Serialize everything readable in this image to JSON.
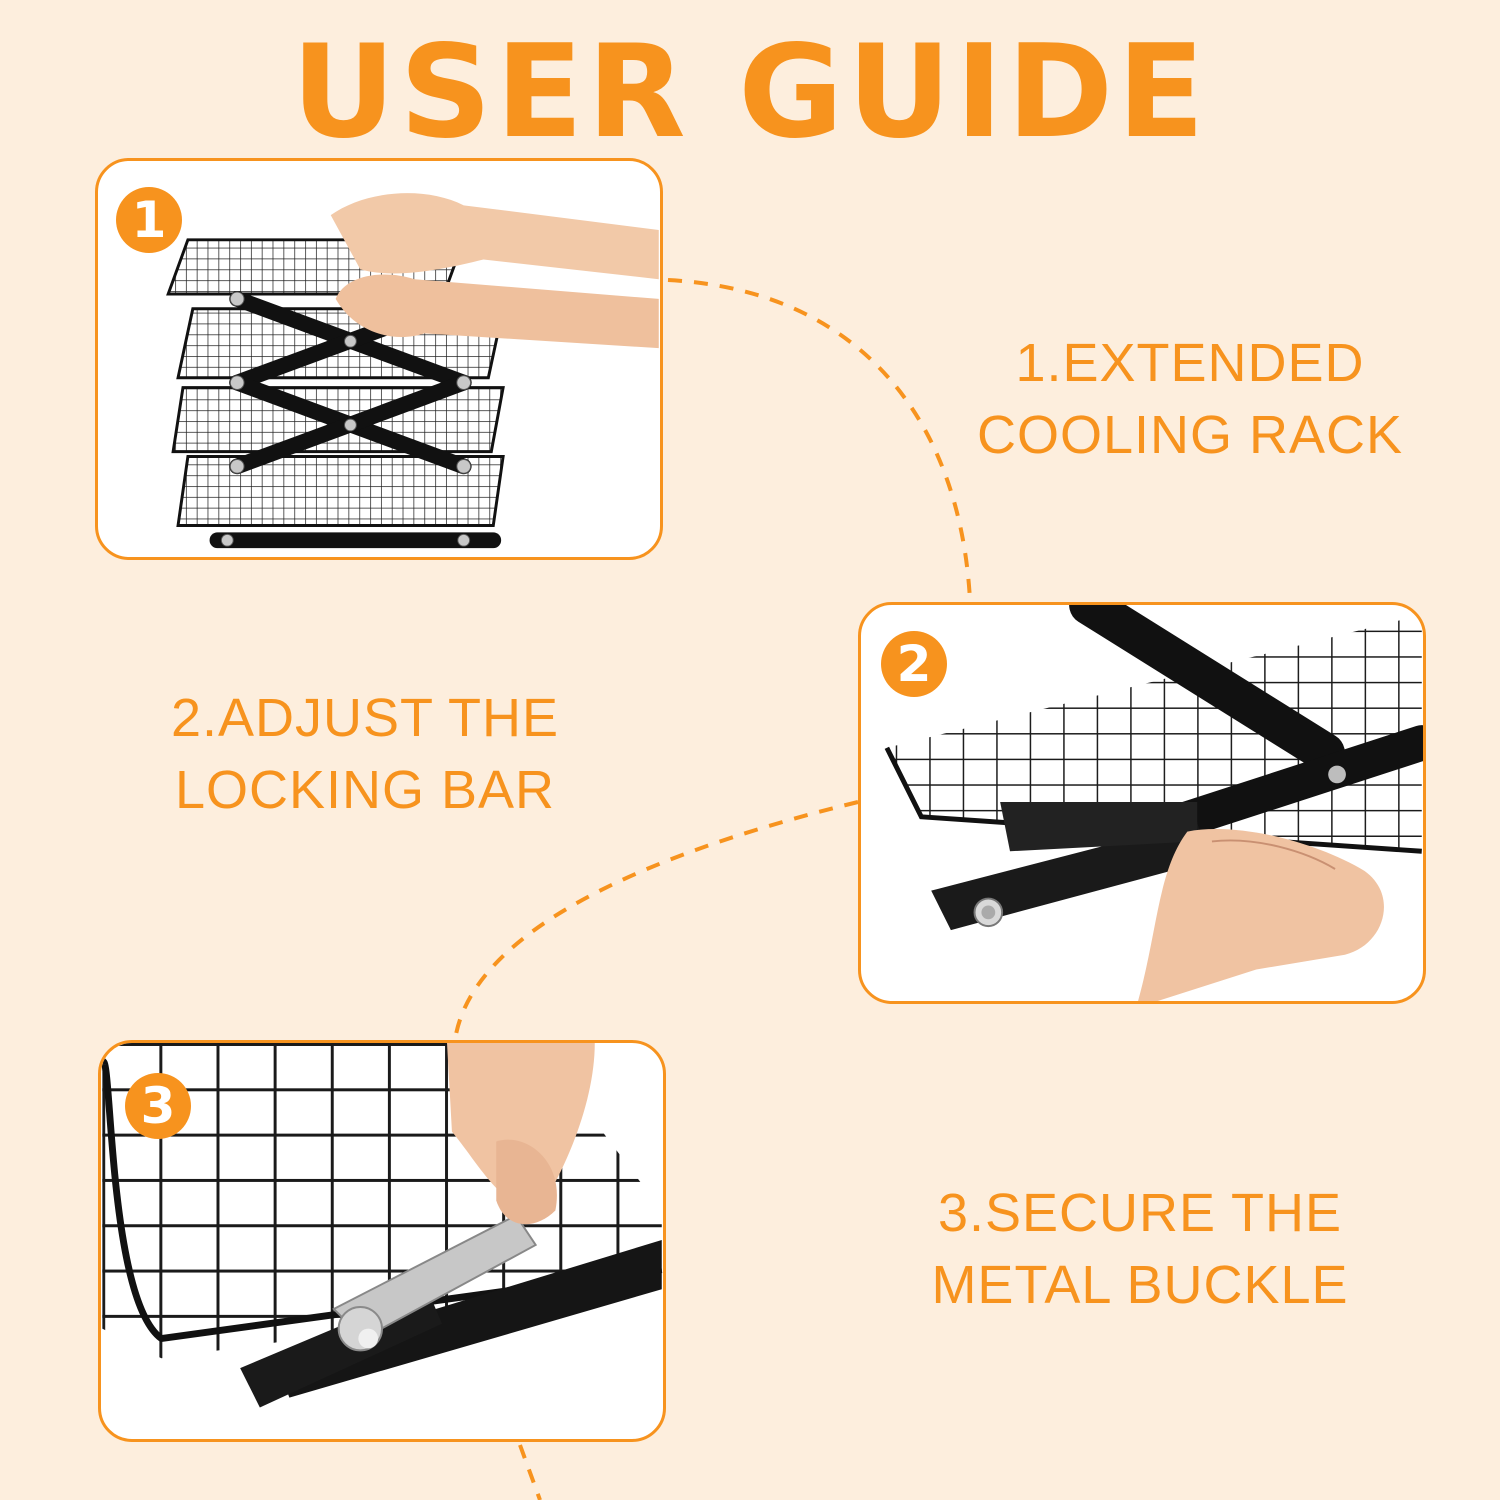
{
  "page": {
    "title": "USER GUIDE",
    "accent_color": "#f7931e",
    "background_color": "#fdeedd"
  },
  "steps": [
    {
      "number": "1",
      "line1": "1.EXTENDED",
      "line2": "COOLING RACK",
      "photo": "expanded-scissor-cooling-rack-photo"
    },
    {
      "number": "2",
      "line1": "2.ADJUST THE",
      "line2": "LOCKING BAR",
      "photo": "locking-bar-adjustment-photo"
    },
    {
      "number": "3",
      "line1": "3.SECURE THE",
      "line2": "METAL BUCKLE",
      "photo": "metal-buckle-secure-photo"
    }
  ]
}
